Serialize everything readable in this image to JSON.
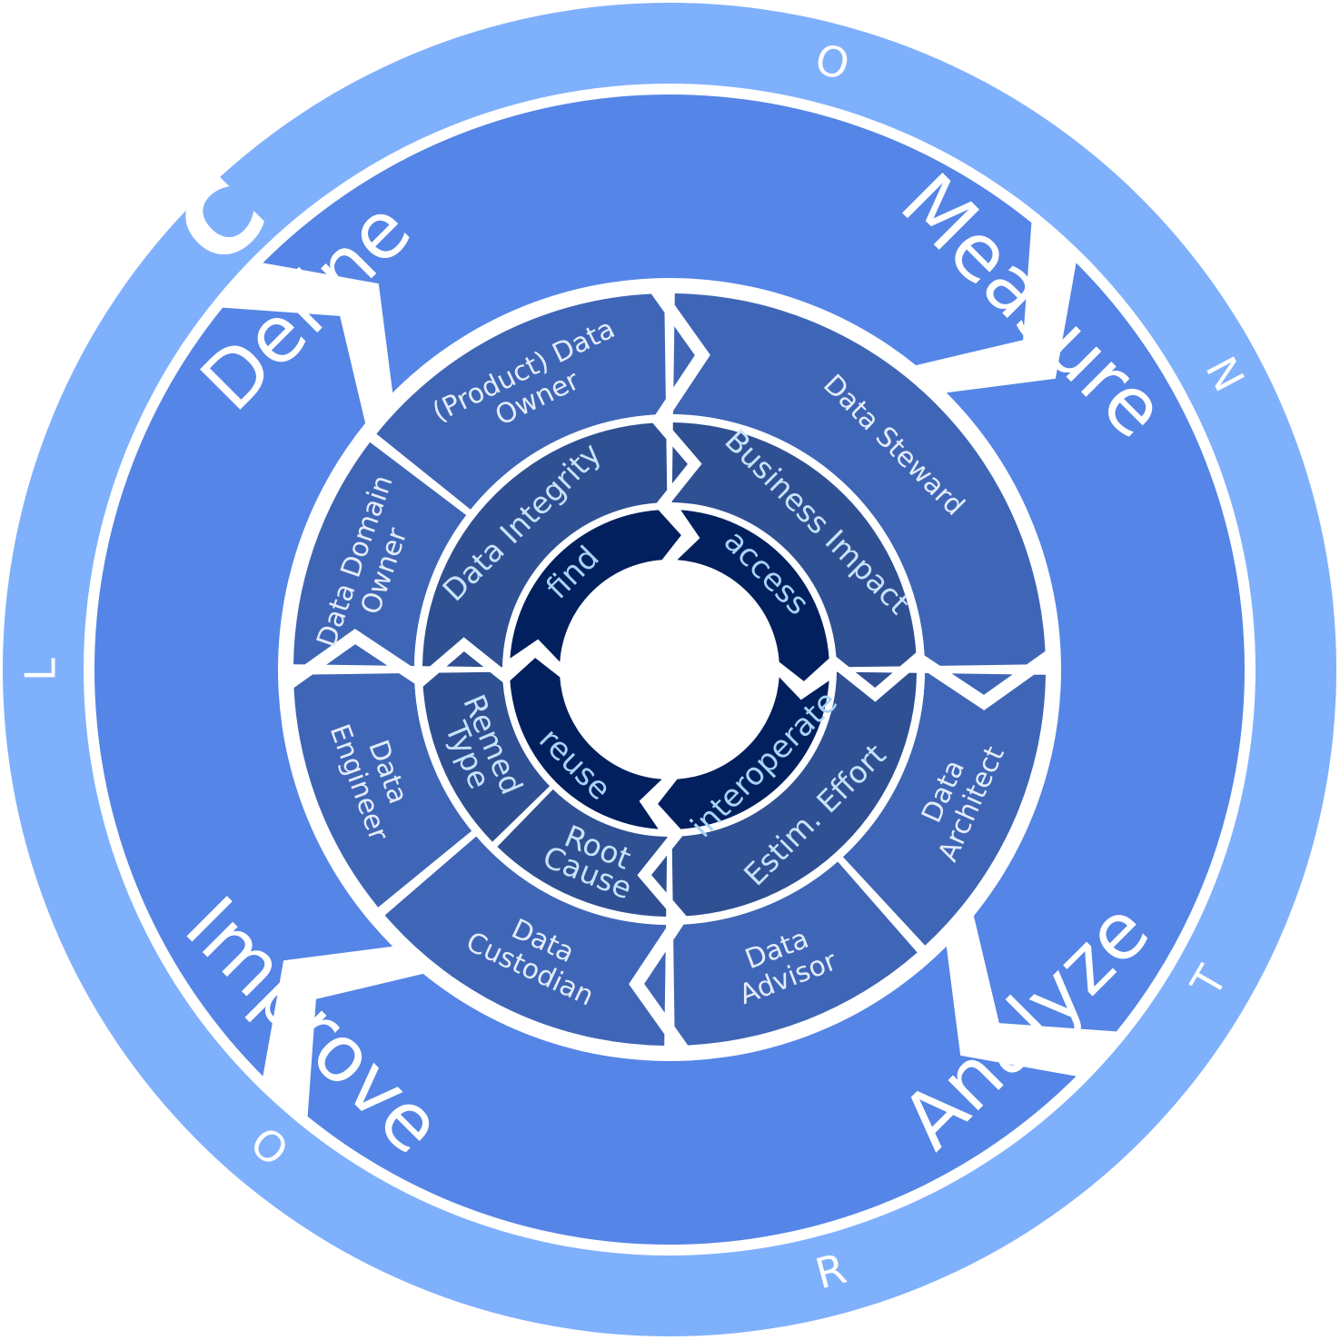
{
  "title": "CONTROL cycle of data quality roles",
  "colors": {
    "outer_ring": "#7fb0fc",
    "phase_ring": "#5585e6",
    "role_ring": "#3f66b6",
    "step_ring": "#2f5093",
    "fair_ring": "#02205e",
    "gap": "#ffffff"
  },
  "outer_ring": {
    "letters": [
      "C",
      "O",
      "N",
      "T",
      "R",
      "O",
      "L"
    ]
  },
  "phases": [
    {
      "label": "Define"
    },
    {
      "label": "Measure"
    },
    {
      "label": "Analyze"
    },
    {
      "label": "Improve"
    }
  ],
  "roles": [
    {
      "lines": [
        "(Product) Data",
        "Owner"
      ]
    },
    {
      "lines": [
        "Data Steward"
      ]
    },
    {
      "lines": [
        "Data",
        "Architect"
      ]
    },
    {
      "lines": [
        "Data",
        "Advisor"
      ]
    },
    {
      "lines": [
        "Data",
        "Custodian"
      ]
    },
    {
      "lines": [
        "Data",
        "Engineer"
      ]
    },
    {
      "lines": [
        "Data Domain",
        "Owner"
      ]
    }
  ],
  "steps": [
    {
      "lines": [
        "Data Integrity"
      ]
    },
    {
      "lines": [
        "Business Impact"
      ]
    },
    {
      "lines": [
        "Estim. Effort"
      ]
    },
    {
      "lines": [
        "Root",
        "Cause"
      ]
    },
    {
      "lines": [
        "Remed",
        "Type"
      ]
    }
  ],
  "fair": [
    {
      "label": "find"
    },
    {
      "label": "access"
    },
    {
      "label": "interoperate"
    },
    {
      "label": "reuse"
    }
  ]
}
